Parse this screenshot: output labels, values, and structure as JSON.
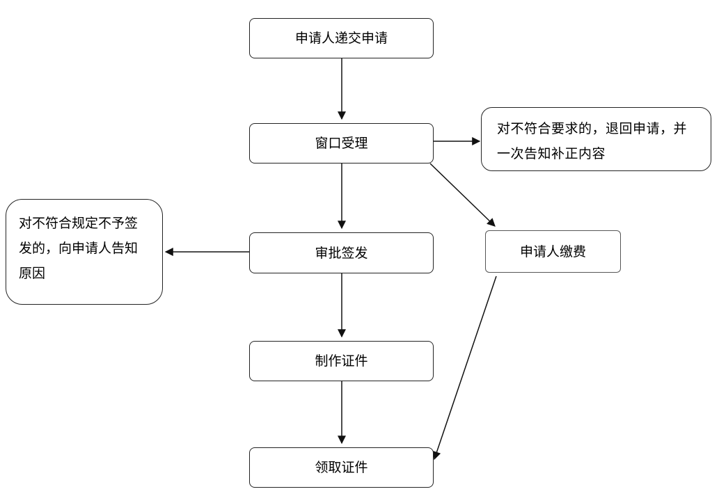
{
  "nodes": {
    "submit": "申请人递交申请",
    "accept": "窗口受理",
    "approve": "审批签发",
    "make": "制作证件",
    "receive": "领取证件",
    "pay": "申请人缴费",
    "reject_right": "对不符合要求的，退回申请，并一次告知补正内容",
    "reject_left": "对不符合规定不予签发的，向申请人告知原因"
  }
}
